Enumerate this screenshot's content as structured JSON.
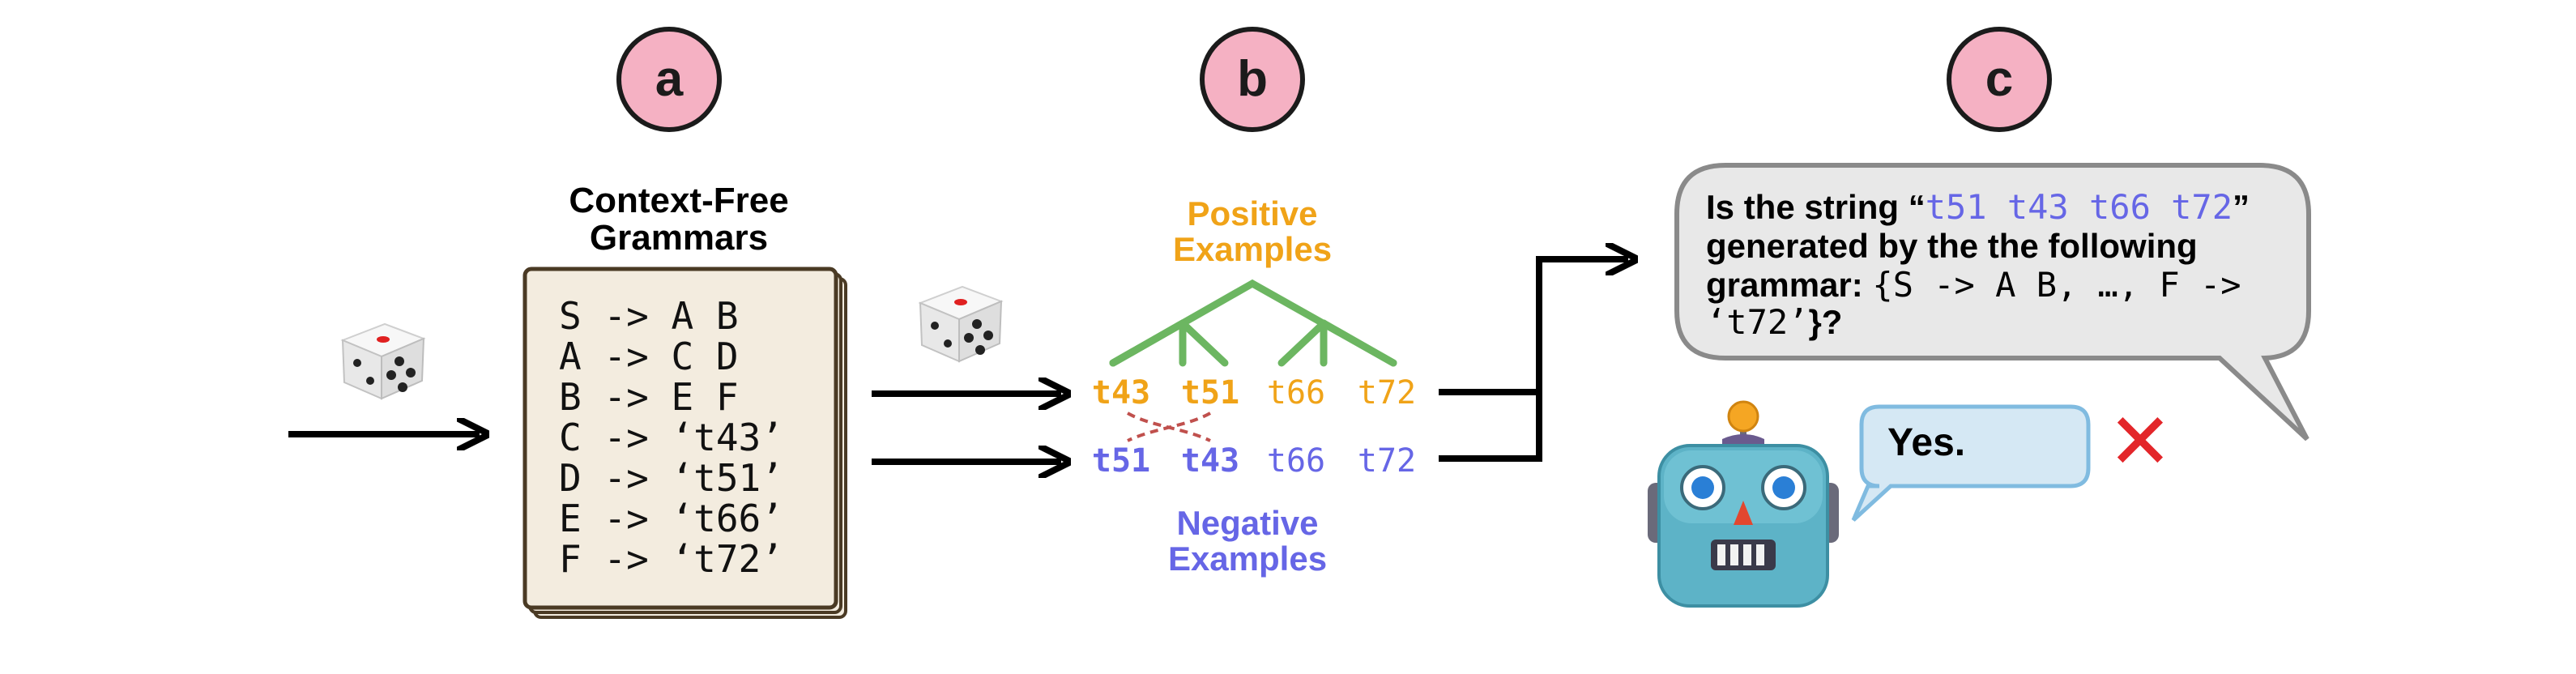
{
  "panels": [
    {
      "label": "a"
    },
    {
      "label": "b"
    },
    {
      "label": "c"
    }
  ],
  "colors": {
    "badge_fill": "#f5b1c3",
    "badge_stroke": "#1b1b1b",
    "card_fill": "#f3ecdf",
    "card_stroke": "#4a3a24",
    "positive": "#f0a318",
    "negative": "#6666e6",
    "tree": "#6cb661",
    "cross": "#c0504d",
    "bubble_fill": "#e8e8e8",
    "bubble_stroke": "#8a8a8a",
    "reply_fill": "#d5e8f4",
    "reply_stroke": "#80bbe0",
    "wrong_mark": "#e3262a"
  },
  "grammar": {
    "title_line1": "Context-Free",
    "title_line2": "Grammars",
    "rules": [
      "S -> A B",
      "A -> C D",
      "B -> E F",
      "C -> ‘t43’",
      "D -> ‘t51’",
      "E -> ‘t66’",
      "F -> ‘t72’"
    ]
  },
  "examples": {
    "positive_label_line1": "Positive",
    "positive_label_line2": "Examples",
    "negative_label_line1": "Negative",
    "negative_label_line2": "Examples",
    "positive_tokens": [
      "t43",
      "t51",
      "t66",
      "t72"
    ],
    "negative_tokens": [
      "t51",
      "t43",
      "t66",
      "t72"
    ]
  },
  "question": {
    "line1_prefix": "Is the string “",
    "line1_string": "t51 t43 t66 t72",
    "line1_suffix": "”",
    "line2": "generated by the the following",
    "line3_prefix": "grammar: ",
    "line3_code": "{S -> A B, …, F ->",
    "line4_code": "‘t72’",
    "line4_suffix": "}?"
  },
  "answer": {
    "text": "Yes.",
    "verdict_mark": "✕"
  },
  "icons": [
    "dice-icon",
    "robot-icon",
    "cross-mark-icon"
  ]
}
